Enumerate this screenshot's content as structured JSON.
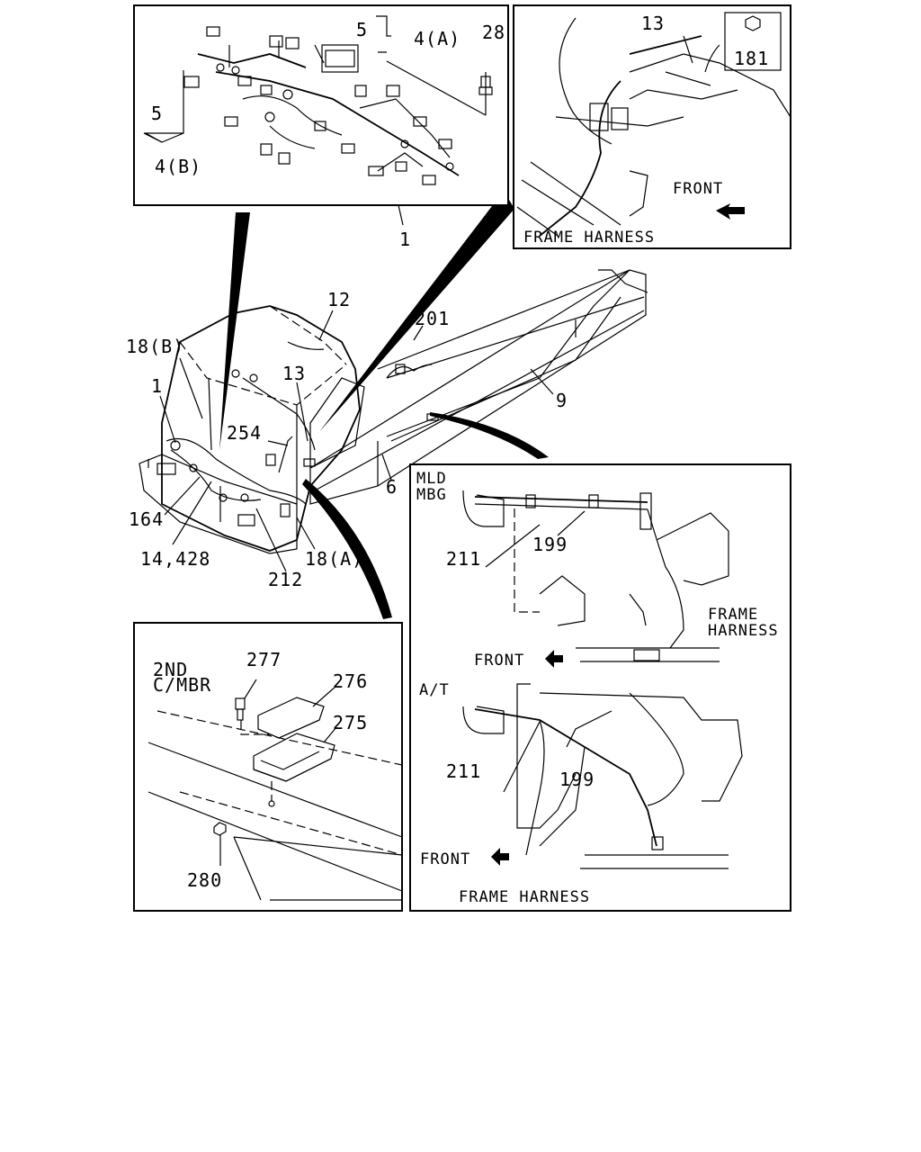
{
  "callouts": {
    "harness_inset": {
      "part_1": "1",
      "part_5_a": "5",
      "part_4a": "4(A)",
      "part_5_b": "5",
      "part_4b": "4(B)",
      "part_28": "28"
    },
    "ground_inset": {
      "part_13": "13",
      "part_181": "181",
      "front": "FRONT",
      "frame_harness": "FRAME HARNESS"
    },
    "main_view": {
      "part_12": "12",
      "part_201": "201",
      "part_18b": "18(B)",
      "part_13": "13",
      "part_1": "1",
      "part_9": "9",
      "part_254": "254",
      "part_6": "6",
      "part_164": "164",
      "part_14_428": "14,428",
      "part_212": "212",
      "part_18a": "18(A)"
    },
    "relay_inset": {
      "title_line1": "2ND",
      "title_line2": "C/MBR",
      "part_277": "277",
      "part_276": "276",
      "part_275": "275",
      "part_280": "280"
    },
    "transmission_inset": {
      "mld_line1": "MLD",
      "mld_line2": "MBG",
      "part_211_top": "211",
      "part_199_top": "199",
      "frame_line1": "FRAME",
      "frame_line2": "HARNESS",
      "front_top": "FRONT",
      "at_label": "A/T",
      "part_211_bottom": "211",
      "part_199_bottom": "199",
      "front_bottom": "FRONT",
      "frame_harness_bottom": "FRAME HARNESS"
    }
  }
}
